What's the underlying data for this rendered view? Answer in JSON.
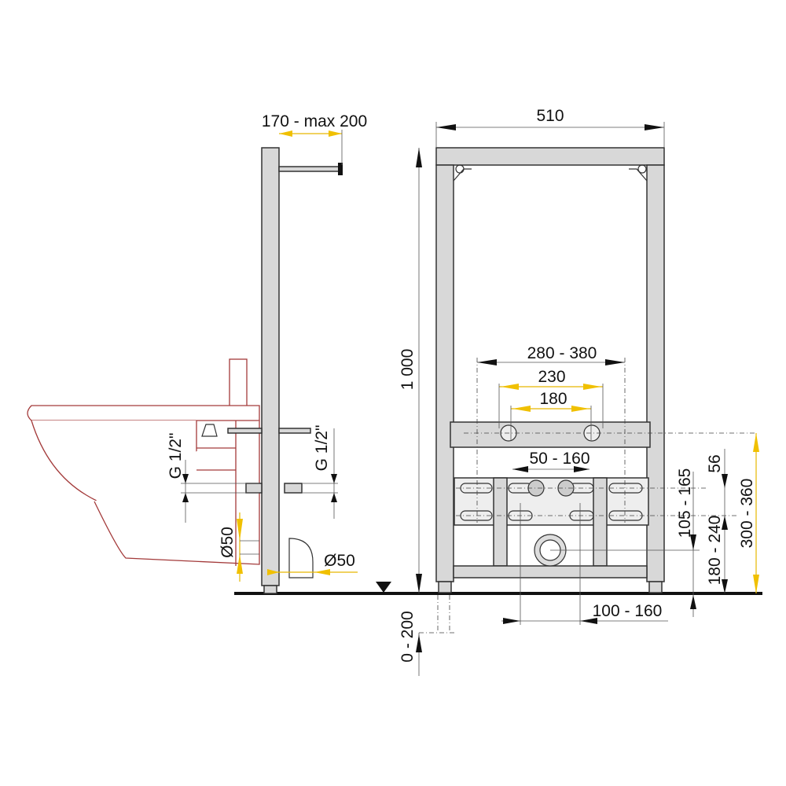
{
  "drawing": {
    "side_view": {
      "depth_label": "170 - max 200",
      "water_inlet_label_left": "G 1/2\"",
      "water_inlet_label_right": "G 1/2\"",
      "drain_diameter_left": "Ø50",
      "drain_diameter_right": "Ø50"
    },
    "front_view": {
      "width_label": "510",
      "height_label": "1 000",
      "bolt_spacing_label": "280 - 380",
      "spacing_230_label": "230",
      "spacing_180_label": "180",
      "inlet_spacing_label": "50 - 160",
      "offset_label": "100 - 160",
      "height_105_165_label": "105 - 165",
      "height_56_label": "56",
      "height_180_240_label": "180 - 240",
      "height_300_360_label": "300 - 360",
      "floor_adjust_label": "0 - 200"
    },
    "colors": {
      "bidet_outline": "#a33a3a",
      "highlight_dimension": "#f0c000",
      "frame_fill": "#d8d8d8"
    }
  }
}
